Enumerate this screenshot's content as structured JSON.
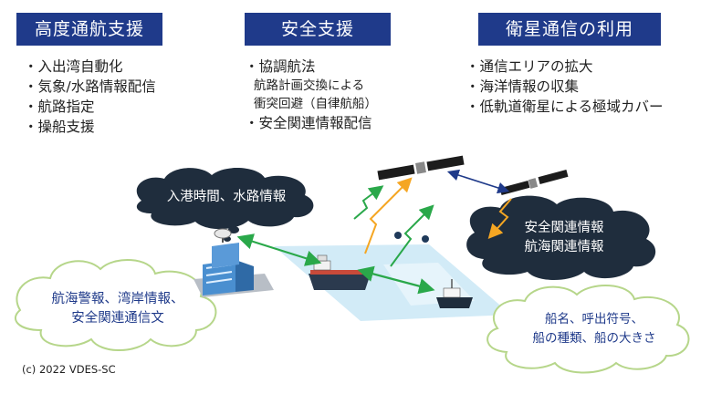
{
  "columns": [
    {
      "title": "高度通航支援",
      "items": [
        {
          "text": "・入出湾自動化"
        },
        {
          "text": "・気象/水路情報配信"
        },
        {
          "text": "・航路指定"
        },
        {
          "text": "・操船支援"
        }
      ]
    },
    {
      "title": "安全支援",
      "items": [
        {
          "text": "・協調航法"
        },
        {
          "text": "航路計画交換による",
          "sub": true
        },
        {
          "text": "衝突回避（自律航船）",
          "sub": true
        },
        {
          "text": "・安全関連情報配信"
        }
      ]
    },
    {
      "title": "衛星通信の利用",
      "items": [
        {
          "text": "・通信エリアの拡大"
        },
        {
          "text": "・海洋情報の収集"
        },
        {
          "text": "・低軌道衛星による極域カバー"
        }
      ]
    }
  ],
  "clouds": {
    "port_info": "入港時間、水路情報",
    "shore": [
      "航海警報、湾岸情報、",
      "安全関連通信文"
    ],
    "satellite": [
      "安全関連情報",
      "航海関連情報"
    ],
    "ship": [
      "船名、呼出符号、",
      "船の種類、船の大きさ"
    ]
  },
  "colors": {
    "header_bg": "#1f3a8a",
    "dark_cloud": "#1f2d3d",
    "light_cloud_border": "#b6d68a",
    "arrow_green": "#2aa84a",
    "arrow_orange": "#f5a623",
    "sea": "#cde9f6"
  },
  "copyright": "(c) 2022 VDES-SC"
}
